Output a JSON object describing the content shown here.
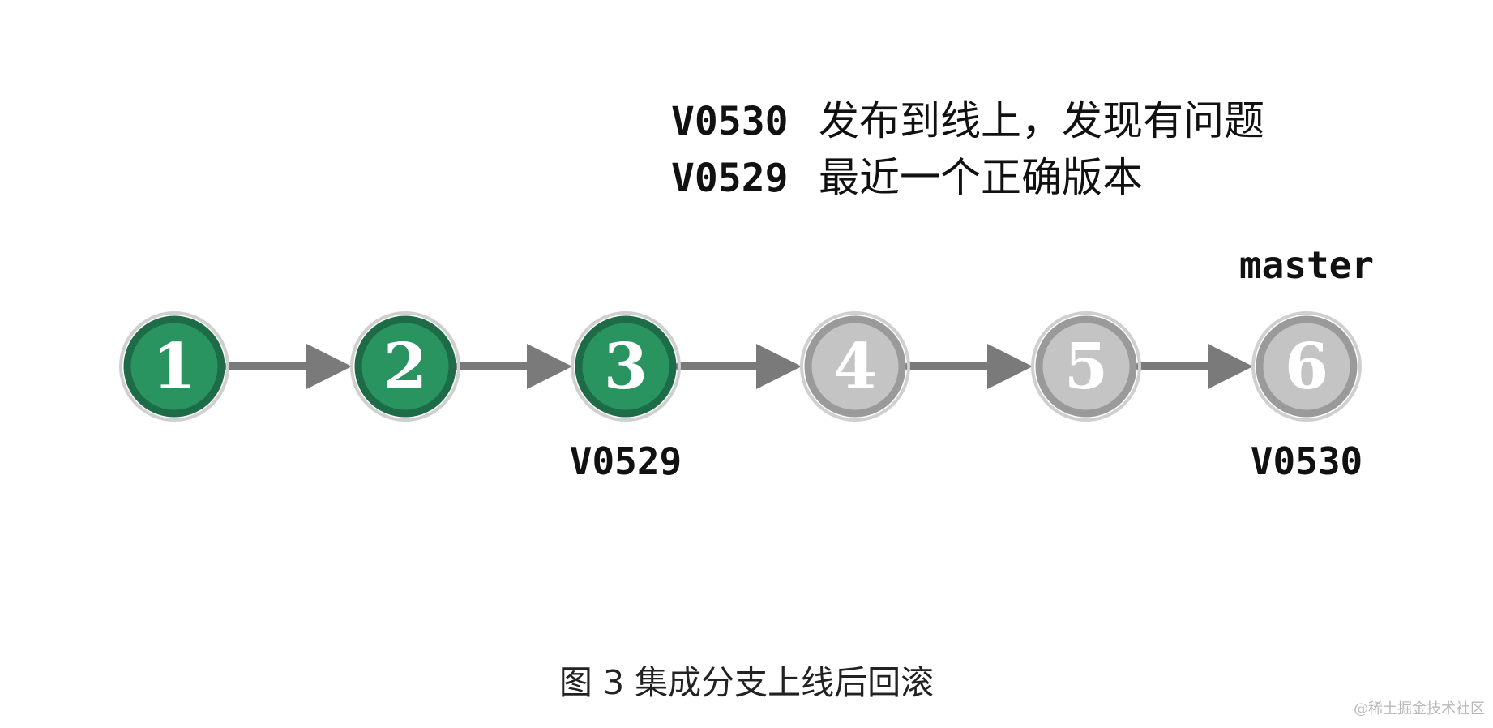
{
  "notes": [
    {
      "version": "V0530",
      "text": "发布到线上，发现有问题"
    },
    {
      "version": "V0529",
      "text": "最近一个正确版本"
    }
  ],
  "commits": [
    {
      "label": "1",
      "state": "good"
    },
    {
      "label": "2",
      "state": "good"
    },
    {
      "label": "3",
      "state": "good"
    },
    {
      "label": "4",
      "state": "bad"
    },
    {
      "label": "5",
      "state": "bad"
    },
    {
      "label": "6",
      "state": "bad"
    }
  ],
  "tags": [
    {
      "commit": 3,
      "text": "V0529"
    },
    {
      "commit": 6,
      "text": "V0530"
    }
  ],
  "branch": {
    "commit": 6,
    "name": "master"
  },
  "caption": "图 3 集成分支上线后回滚",
  "watermark": "@稀土掘金技术社区",
  "colors": {
    "good_fill": "#2a9461",
    "good_stroke": "#1e6b47",
    "bad_fill": "#c4c4c4",
    "ring": "#9a9a9a",
    "arrow": "#7a7a7a",
    "text": "#111111"
  }
}
